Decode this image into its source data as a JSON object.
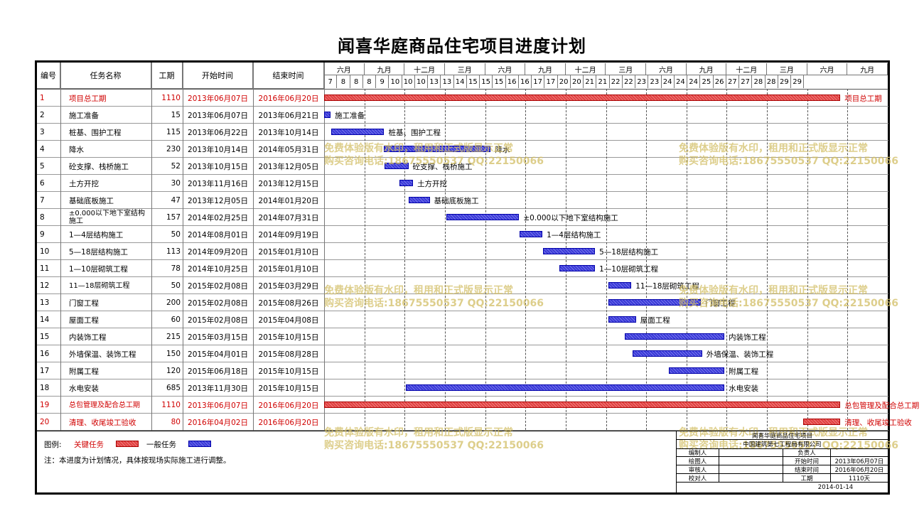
{
  "title": "闻喜华庭商品住宅项目进度计划",
  "columns": {
    "id": "编号",
    "name": "任务名称",
    "duration": "工期",
    "start": "开始时间",
    "end": "结束时间"
  },
  "months": [
    "六月",
    "九月",
    "十二月",
    "三月",
    "六月",
    "九月",
    "十二月",
    "三月",
    "六月",
    "九月",
    "十二月",
    "三月",
    "六月",
    "九月"
  ],
  "ticks": [
    "7",
    "8",
    "8",
    "8",
    "9",
    "10",
    "10",
    "10",
    "13",
    "13",
    "14",
    "15",
    "15",
    "15",
    "16",
    "16",
    "17",
    "17",
    "20",
    "20",
    "21",
    "21",
    "22",
    "22",
    "23",
    "23",
    "24",
    "24",
    "24",
    "25",
    "26",
    "27",
    "27",
    "28",
    "28",
    "29",
    "29"
  ],
  "chart_data": {
    "type": "gantt",
    "title": "闻喜华庭商品住宅项目进度计划",
    "tasks": [
      {
        "id": "1",
        "name": "项目总工期",
        "duration": "1110",
        "start": "2013年06月07日",
        "end": "2016年06月20日",
        "critical": true,
        "label": "项目总工期"
      },
      {
        "id": "2",
        "name": "施工准备",
        "duration": "15",
        "start": "2013年06月07日",
        "end": "2013年06月21日",
        "critical": false,
        "label": "施工准备"
      },
      {
        "id": "3",
        "name": "桩基、围护工程",
        "duration": "115",
        "start": "2013年06月22日",
        "end": "2013年10月14日",
        "critical": false,
        "label": "桩基、围护工程"
      },
      {
        "id": "4",
        "name": "降水",
        "duration": "230",
        "start": "2013年10月14日",
        "end": "2014年05月31日",
        "critical": false,
        "label": "降水"
      },
      {
        "id": "5",
        "name": "砼支撑、栈桥施工",
        "duration": "52",
        "start": "2013年10月15日",
        "end": "2013年12月05日",
        "critical": false,
        "label": "砼支撑、栈桥施工"
      },
      {
        "id": "6",
        "name": "土方开挖",
        "duration": "30",
        "start": "2013年11月16日",
        "end": "2013年12月15日",
        "critical": false,
        "label": "土方开挖"
      },
      {
        "id": "7",
        "name": "基础底板施工",
        "duration": "47",
        "start": "2013年12月05日",
        "end": "2014年01月20日",
        "critical": false,
        "label": "基础底板施工"
      },
      {
        "id": "8",
        "name": "±0.000以下地下室结构施工",
        "duration": "157",
        "start": "2014年02月25日",
        "end": "2014年07月31日",
        "critical": false,
        "label": "±0.000以下地下室结构施工"
      },
      {
        "id": "9",
        "name": "1—4层结构施工",
        "duration": "50",
        "start": "2014年08月01日",
        "end": "2014年09月19日",
        "critical": false,
        "label": "1—4层结构施工"
      },
      {
        "id": "10",
        "name": "5—18层结构施工",
        "duration": "113",
        "start": "2014年09月20日",
        "end": "2015年01月10日",
        "critical": false,
        "label": "5—18层结构施工"
      },
      {
        "id": "11",
        "name": "1—10层砌筑工程",
        "duration": "78",
        "start": "2014年10月25日",
        "end": "2015年01月10日",
        "critical": false,
        "label": "1—10层砌筑工程"
      },
      {
        "id": "12",
        "name": "11—18层砌筑工程",
        "duration": "50",
        "start": "2015年02月08日",
        "end": "2015年03月29日",
        "critical": false,
        "label": "11—18层砌筑工程"
      },
      {
        "id": "13",
        "name": "门窗工程",
        "duration": "200",
        "start": "2015年02月08日",
        "end": "2015年08月26日",
        "critical": false,
        "label": "门窗工程"
      },
      {
        "id": "14",
        "name": "屋面工程",
        "duration": "60",
        "start": "2015年02月08日",
        "end": "2015年04月08日",
        "critical": false,
        "label": "屋面工程"
      },
      {
        "id": "15",
        "name": "内装饰工程",
        "duration": "215",
        "start": "2015年03月15日",
        "end": "2015年10月15日",
        "critical": false,
        "label": "内装饰工程"
      },
      {
        "id": "16",
        "name": "外墙保温、装饰工程",
        "duration": "150",
        "start": "2015年04月01日",
        "end": "2015年08月28日",
        "critical": false,
        "label": "外墙保温、装饰工程"
      },
      {
        "id": "17",
        "name": "附属工程",
        "duration": "120",
        "start": "2015年06月18日",
        "end": "2015年10月15日",
        "critical": false,
        "label": "附属工程"
      },
      {
        "id": "18",
        "name": "水电安装",
        "duration": "685",
        "start": "2013年11月30日",
        "end": "2015年10月15日",
        "critical": false,
        "label": "水电安装"
      },
      {
        "id": "19",
        "name": "总包管理及配合总工期",
        "duration": "1110",
        "start": "2013年06月07日",
        "end": "2016年06月20日",
        "critical": true,
        "label": "总包管理及配合总工期"
      },
      {
        "id": "20",
        "name": "清理、收尾竣工验收",
        "duration": "80",
        "start": "2016年04月02日",
        "end": "2016年06月20日",
        "critical": true,
        "label": "清理、收尾竣工验收"
      }
    ],
    "axis_start": "2013-06-07",
    "axis_end": "2016-09-30",
    "grid": true
  },
  "legend": {
    "label": "图例:",
    "critical": "关键任务",
    "normal": "一般任务"
  },
  "note": "注：本进度为计划情况，具体按现场实际施工进行调整。",
  "watermark": {
    "line1": "免费体验版有水印，租用和正式版显示正常",
    "line2": "购买咨询电话:18675550537 QQ:22150066"
  },
  "info": {
    "project": "闻喜华庭商品住宅项目",
    "company": "中国建筑第七工程局有限公司",
    "editor_label": "编制人",
    "owner_label": "负责人",
    "drawer_label": "绘图人",
    "start_label": "开始时间",
    "start_value": "2013年06月07日",
    "reviewer_label": "审核人",
    "end_label": "结束时间",
    "end_value": "2016年06月20日",
    "checker_label": "校对人",
    "duration_label": "工期",
    "duration_value": "1110天",
    "date": "2014-01-14"
  },
  "colors": {
    "critical": "#e04040",
    "normal": "#3a3ad6",
    "critical_text": "#d00000"
  }
}
